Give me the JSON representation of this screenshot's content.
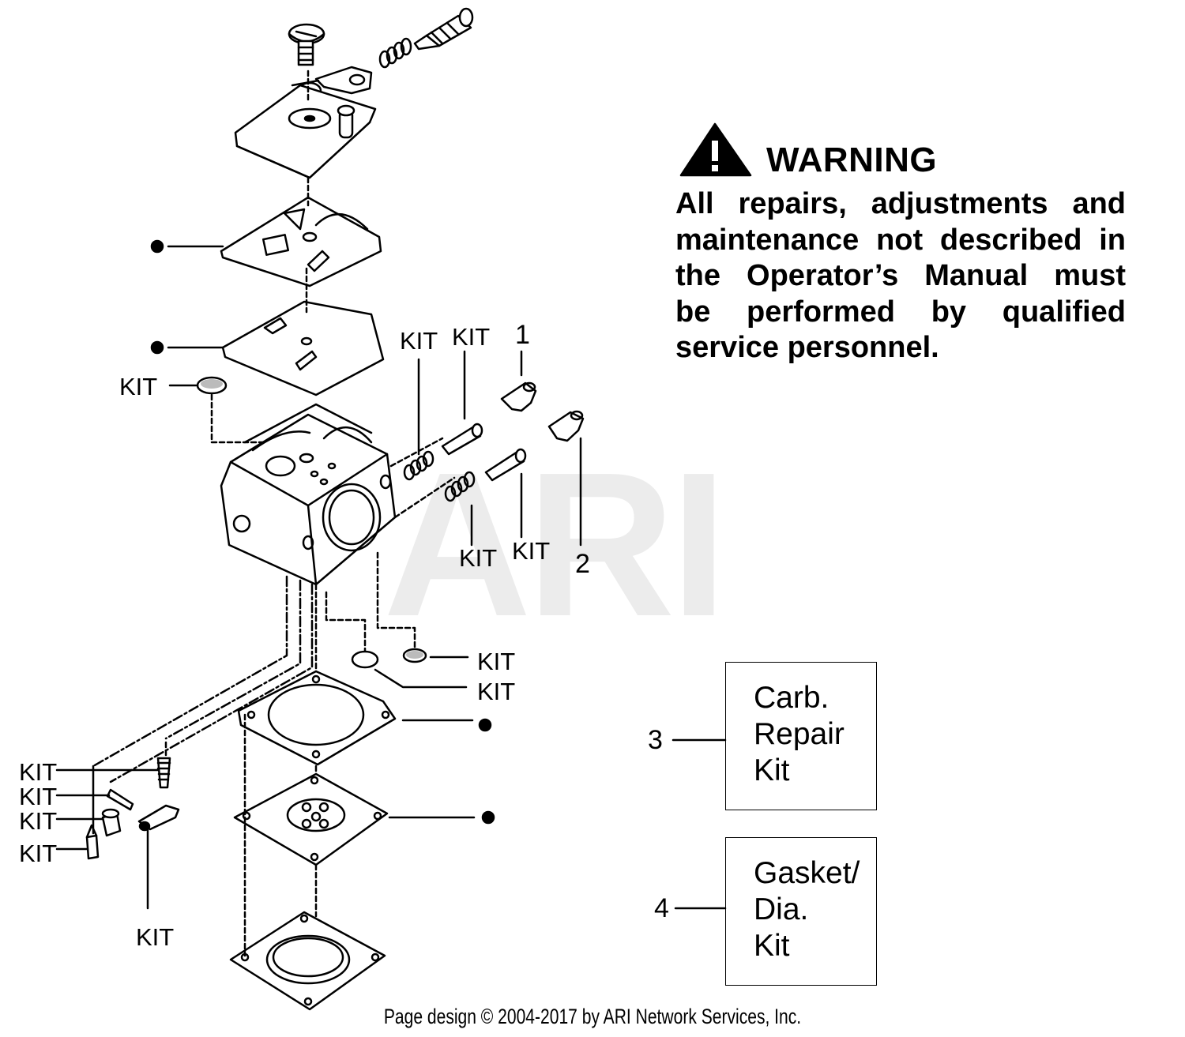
{
  "warning": {
    "heading": "WARNING",
    "lines": [
      "All repairs, adjustments and",
      "maintenance not described in",
      "the Operator’s Manual must",
      "be performed by qualified",
      "service personnel."
    ]
  },
  "watermark": "ARI",
  "callouts": {
    "kit": "KIT",
    "ref1": "1",
    "ref2": "2",
    "ref3": "3",
    "ref4": "4"
  },
  "legend": {
    "carb_repair_kit": [
      "Carb.",
      "Repair",
      "Kit"
    ],
    "gasket_dia_kit": [
      "Gasket/",
      "Dia.",
      "Kit"
    ]
  },
  "footer": "Page design © 2004-2017 by ARI Network Services, Inc.",
  "colors": {
    "ink": "#000000",
    "watermark": "#ececec",
    "background": "#ffffff"
  }
}
